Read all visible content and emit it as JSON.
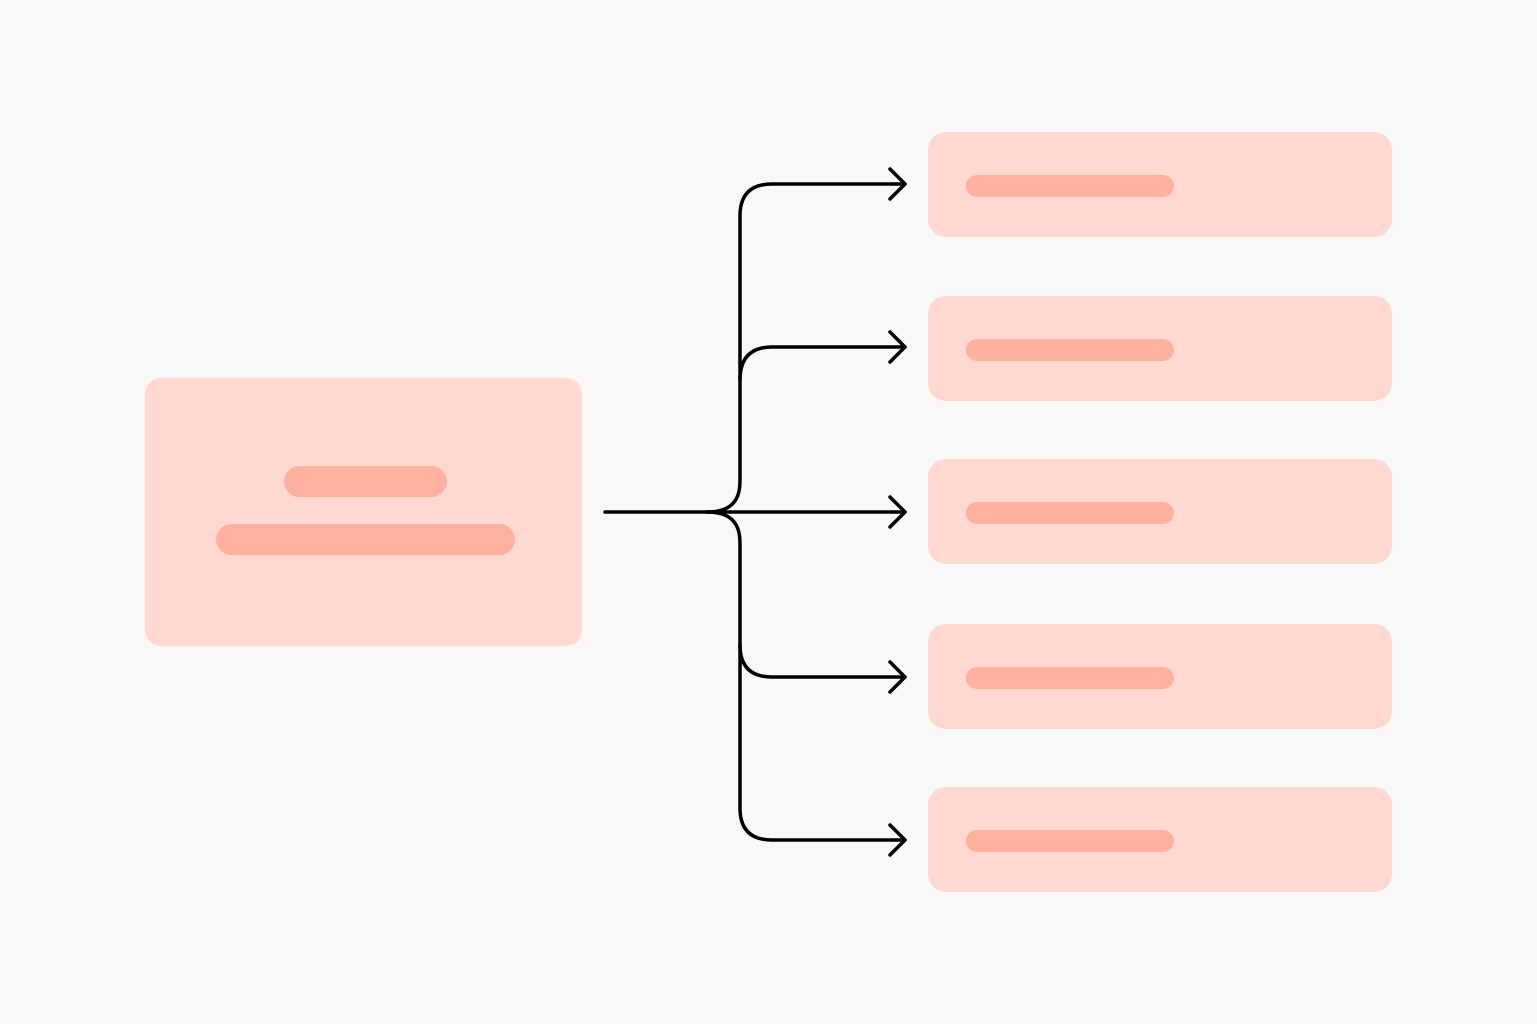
{
  "diagram": {
    "background_color": "#faf8f6",
    "node_fill_color": "#ffd8d2",
    "placeholder_bar_color": "#ffb09e",
    "connector_color": "#000000",
    "source_node": {
      "placeholder_lines": 2
    },
    "target_nodes": [
      {
        "placeholder_lines": 1
      },
      {
        "placeholder_lines": 1
      },
      {
        "placeholder_lines": 1
      },
      {
        "placeholder_lines": 1
      },
      {
        "placeholder_lines": 1
      }
    ],
    "connector_count": 5
  }
}
